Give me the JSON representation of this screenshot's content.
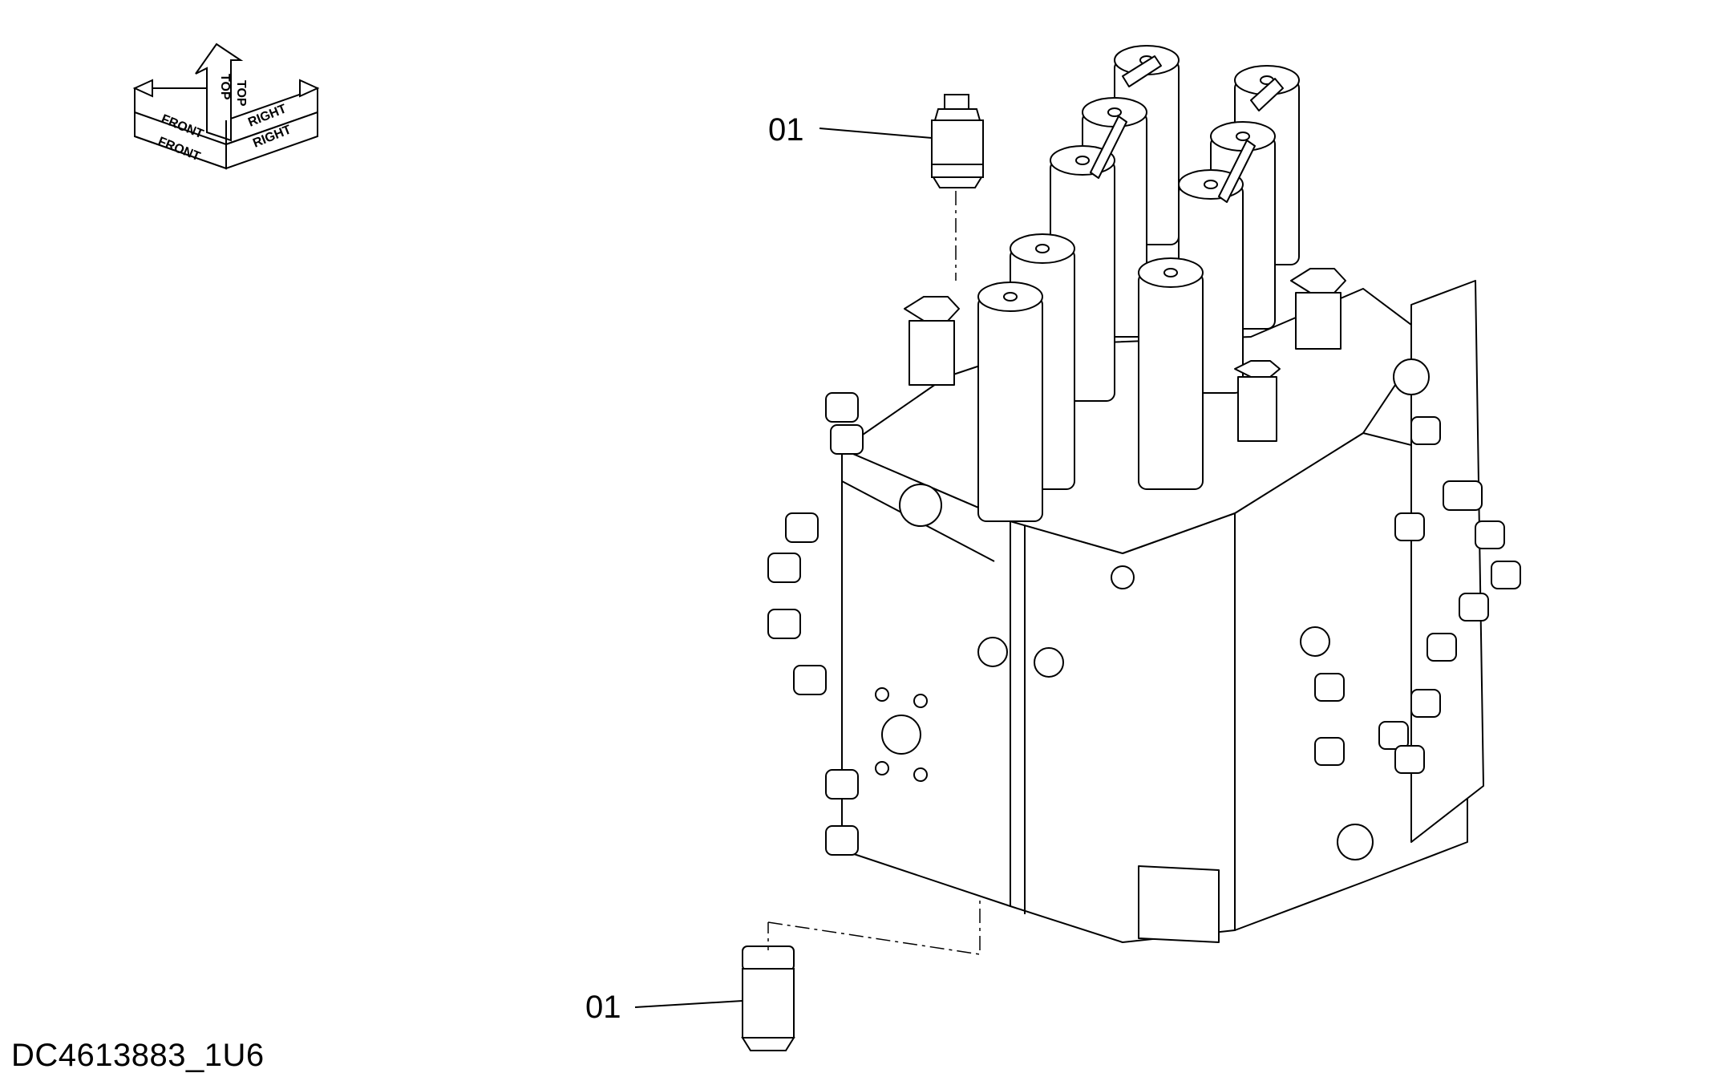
{
  "orientation_indicator": {
    "labels": [
      "TOP",
      "FRONT",
      "RIGHT",
      "TOP",
      "FRONT",
      "RIGHT"
    ]
  },
  "callouts": [
    {
      "label": "01"
    },
    {
      "label": "01"
    }
  ],
  "document_id": "DC4613883_1U6",
  "colors": {
    "line": "#000000",
    "background": "#ffffff"
  }
}
